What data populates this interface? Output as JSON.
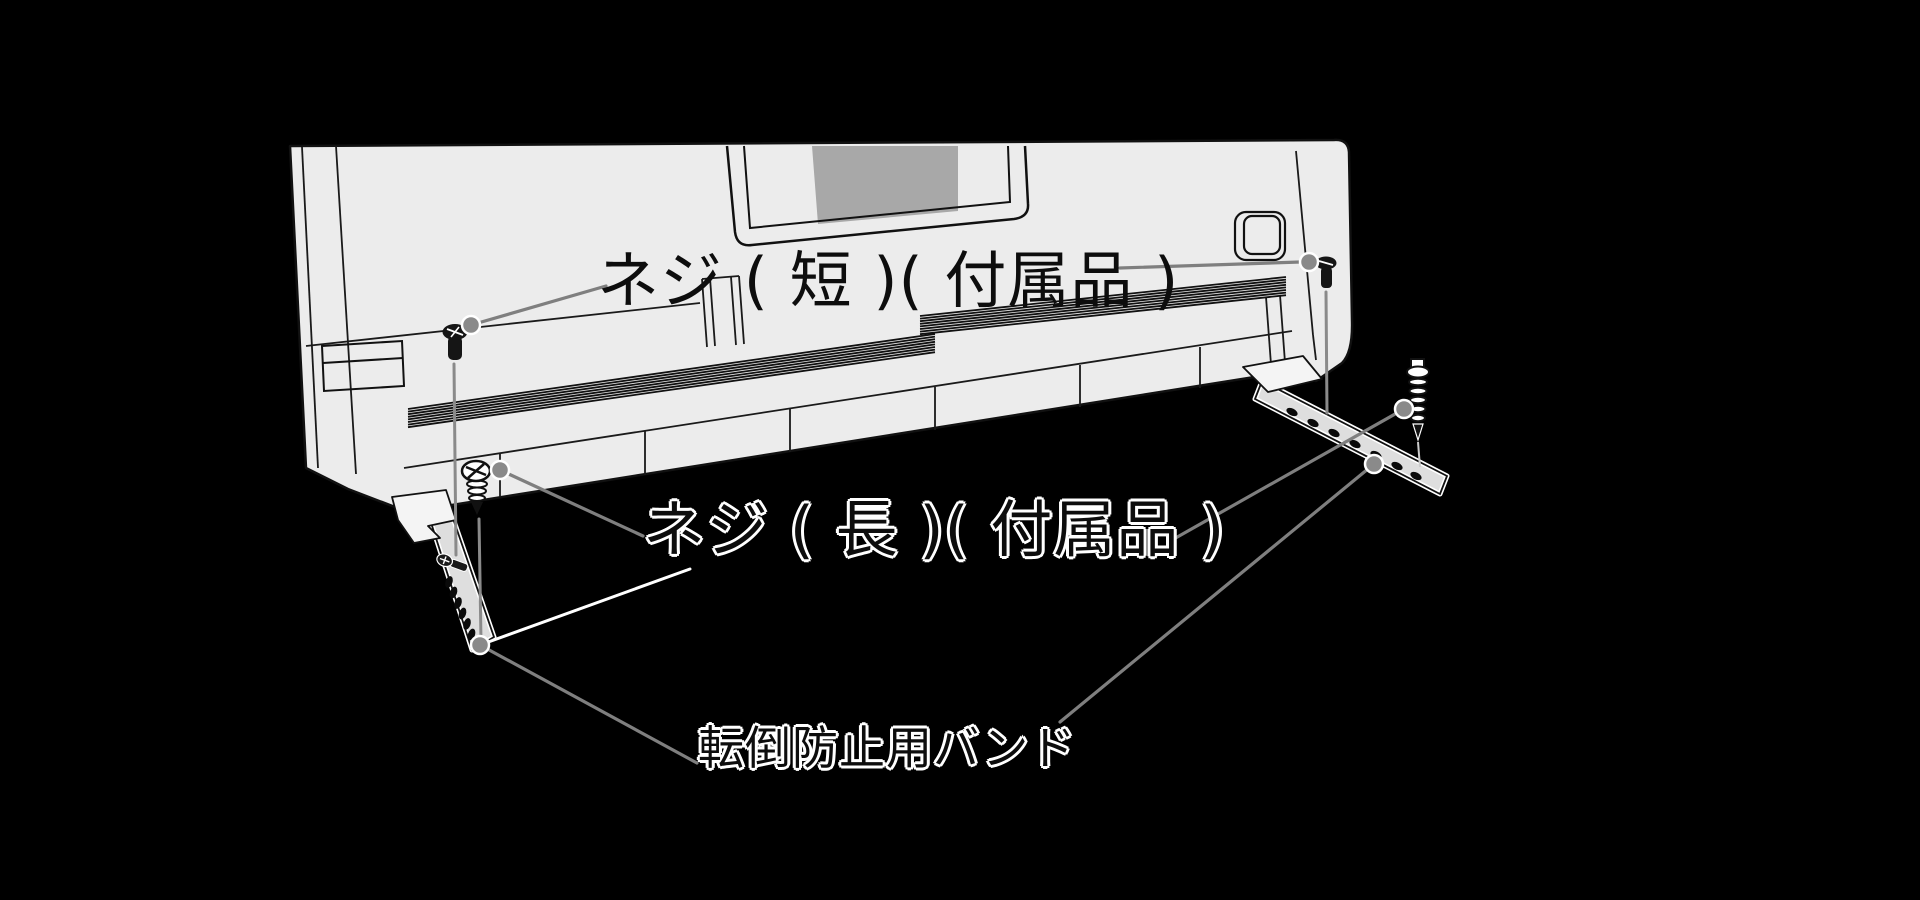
{
  "figure": {
    "type": "appliance-anti-tip-band-installation-diagram",
    "background_color": "#000000",
    "panel_color": "#ececec",
    "recess_shade_color": "#a8a8a8",
    "band_color": "#dedede",
    "line_color": "#111111",
    "leader_color": "#7f7f7f",
    "leader_highlight_color": "#ffffff",
    "callout_dot_color": "#8a8a8a"
  },
  "labels": {
    "screw_short": "ネジ ( 短 )( 付属品 )",
    "screw_long": "ネジ ( 長 )( 付属品 )",
    "band": "転倒防止用バンド"
  }
}
